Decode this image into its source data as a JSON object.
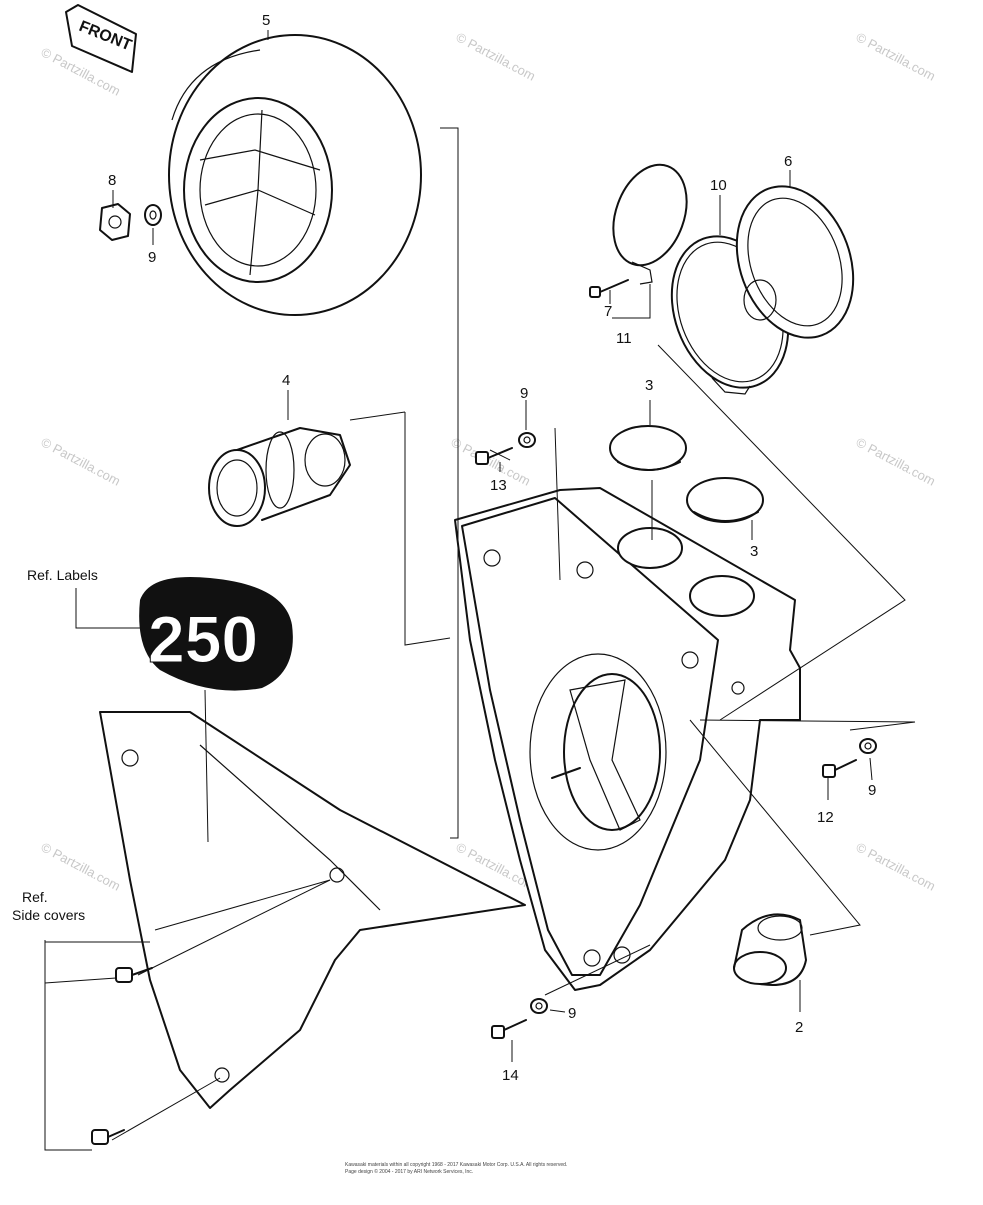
{
  "direction_tag": "FRONT",
  "callouts": {
    "p2": "2",
    "p3a": "3",
    "p3b": "3",
    "p4": "4",
    "p5": "5",
    "p6": "6",
    "p7": "7",
    "p8": "8",
    "p9a": "9",
    "p9b": "9",
    "p9c": "9",
    "p9d": "9",
    "p10": "10",
    "p11": "11",
    "p12": "12",
    "p13": "13",
    "p14": "14"
  },
  "ref_labels": "Ref. Labels",
  "ref_side_covers_line1": "Ref.",
  "ref_side_covers_line2": "Side covers",
  "label_number": "250",
  "watermark": "© Partzilla.com",
  "copyright_line1": "Kawasaki materials within all copyright 1968 - 2017 Kawasaki Motor Corp. U.S.A. All rights reserved.",
  "copyright_line2": "Page design © 2004 - 2017 by ARI Network Services, Inc."
}
